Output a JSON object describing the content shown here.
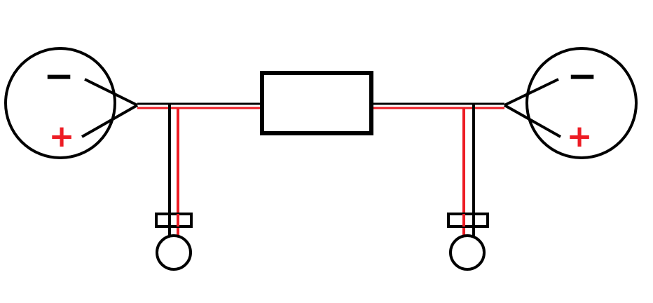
{
  "colors": {
    "background": "#ffffff",
    "wire_black": "#000000",
    "wire_red": "#ed1c24",
    "outline": "#000000"
  },
  "terminals": {
    "left_circle": {
      "minus_symbol": "−",
      "plus_symbol": "+"
    },
    "right_circle": {
      "minus_symbol": "−",
      "plus_symbol": "+"
    }
  },
  "components": [
    "circle-terminal-left",
    "circle-terminal-right",
    "rectangular-box",
    "clip-left",
    "clip-right",
    "ring-connector-left",
    "ring-connector-right"
  ]
}
